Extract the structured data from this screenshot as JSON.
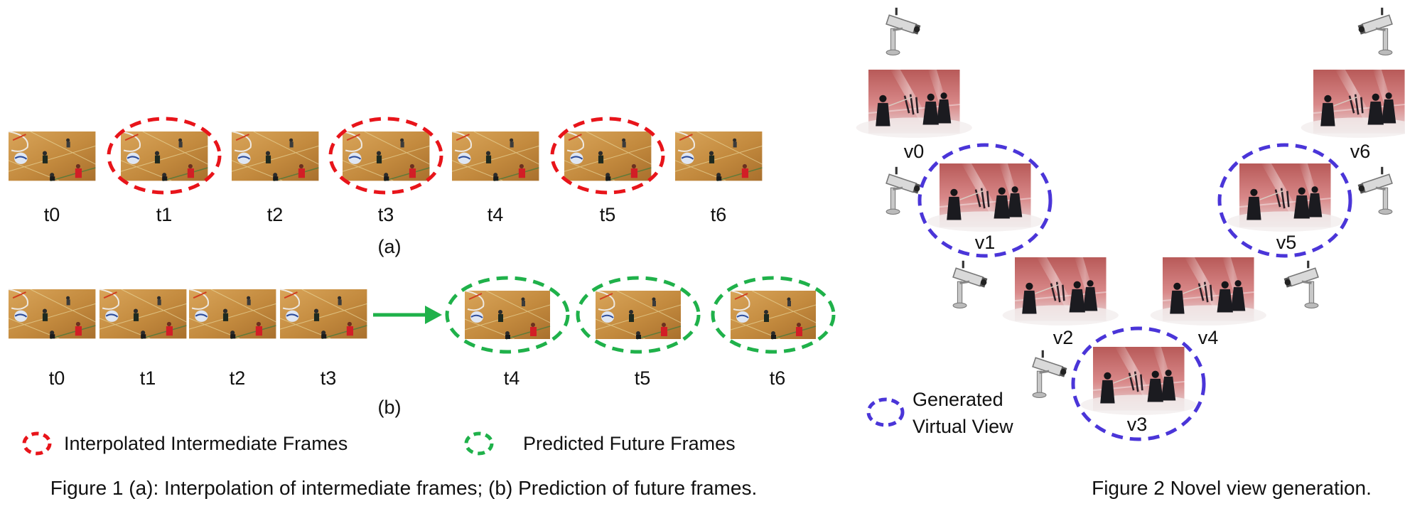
{
  "figure1": {
    "row_a": {
      "time_labels": [
        "t0",
        "t1",
        "t2",
        "t3",
        "t4",
        "t5",
        "t6"
      ],
      "highlighted": [
        "t1",
        "t3",
        "t5"
      ],
      "sublabel": "(a)"
    },
    "row_b": {
      "observed_labels": [
        "t0",
        "t1",
        "t2",
        "t3"
      ],
      "predicted_labels": [
        "t4",
        "t5",
        "t6"
      ],
      "sublabel": "(b)"
    },
    "legend": {
      "interpolated": "Interpolated Intermediate Frames",
      "predicted": "Predicted Future Frames"
    },
    "caption": "Figure 1 (a): Interpolation of intermediate frames; (b) Prediction of future frames."
  },
  "figure2": {
    "view_labels": [
      "v0",
      "v1",
      "v2",
      "v3",
      "v4",
      "v5",
      "v6"
    ],
    "generated_views": [
      "v1",
      "v3",
      "v5"
    ],
    "legend": [
      "Generated",
      "Virtual View"
    ],
    "caption": "Figure 2 Novel view generation."
  },
  "colors": {
    "interpolated": "#e8141a",
    "predicted": "#1fb14a",
    "virtual_view": "#4a35d8",
    "court": "#c9934a",
    "stage": "#c46a68"
  }
}
